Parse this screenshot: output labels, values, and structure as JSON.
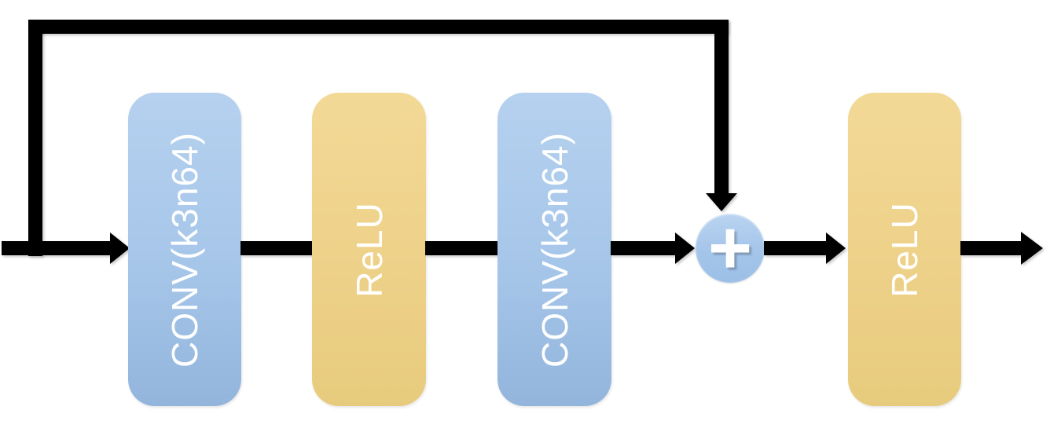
{
  "diagram": {
    "name": "residual-block",
    "description": "Residual (skip-connection) block: two convolution layers with ReLU, identity shortcut added before final ReLU",
    "blocks": [
      {
        "id": "conv1",
        "label": "CONV(k3n64)",
        "type": "conv"
      },
      {
        "id": "relu1",
        "label": "ReLU",
        "type": "relu"
      },
      {
        "id": "conv2",
        "label": "CONV(k3n64)",
        "type": "conv"
      },
      {
        "id": "relu2",
        "label": "ReLU",
        "type": "relu"
      }
    ],
    "operator": {
      "symbol": "+",
      "name": "elementwise-add"
    },
    "edges": [
      {
        "from": "input",
        "to": "conv1",
        "arrowhead": true
      },
      {
        "from": "conv1",
        "to": "relu1",
        "arrowhead": false
      },
      {
        "from": "relu1",
        "to": "conv2",
        "arrowhead": false
      },
      {
        "from": "conv2",
        "to": "add",
        "arrowhead": true
      },
      {
        "from": "input",
        "to": "add",
        "arrowhead": true,
        "kind": "skip-connection"
      },
      {
        "from": "add",
        "to": "relu2",
        "arrowhead": true
      },
      {
        "from": "relu2",
        "to": "output",
        "arrowhead": true
      }
    ],
    "colors": {
      "conv_fill_top": "#b6d1ef",
      "conv_fill_bottom": "#93b5dc",
      "relu_fill_top": "#f2d996",
      "relu_fill_bottom": "#e7cb7d",
      "add_fill": "#a6c6ea",
      "line": "#000000",
      "label_text": "#ffffff",
      "background": "#ffffff"
    }
  }
}
